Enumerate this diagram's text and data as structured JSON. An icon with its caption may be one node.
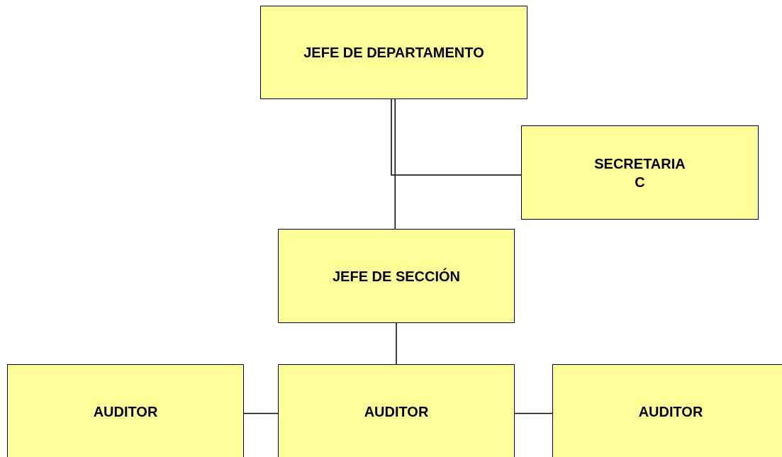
{
  "diagram": {
    "nodes": [
      {
        "text": [
          "JEFE DE DEPARTAMENTO"
        ]
      },
      {
        "text": [
          "SECRETARIA C"
        ]
      },
      {
        "text": [
          "JEFE DE SECCIÓN"
        ]
      },
      {
        "text": [
          "AUDITOR"
        ]
      },
      {
        "text": [
          "AUDITOR"
        ]
      },
      {
        "text": [
          "AUDITOR"
        ]
      }
    ],
    "edges": [
      {
        "from": 0,
        "to": 2,
        "arrow": "none"
      },
      {
        "from": 0,
        "to": 1,
        "arrow": "none"
      },
      {
        "from": 2,
        "to": 4,
        "arrow": "none"
      },
      {
        "from": 4,
        "to": 3,
        "arrow": "none"
      },
      {
        "from": 4,
        "to": 5,
        "arrow": "none"
      }
    ]
  }
}
